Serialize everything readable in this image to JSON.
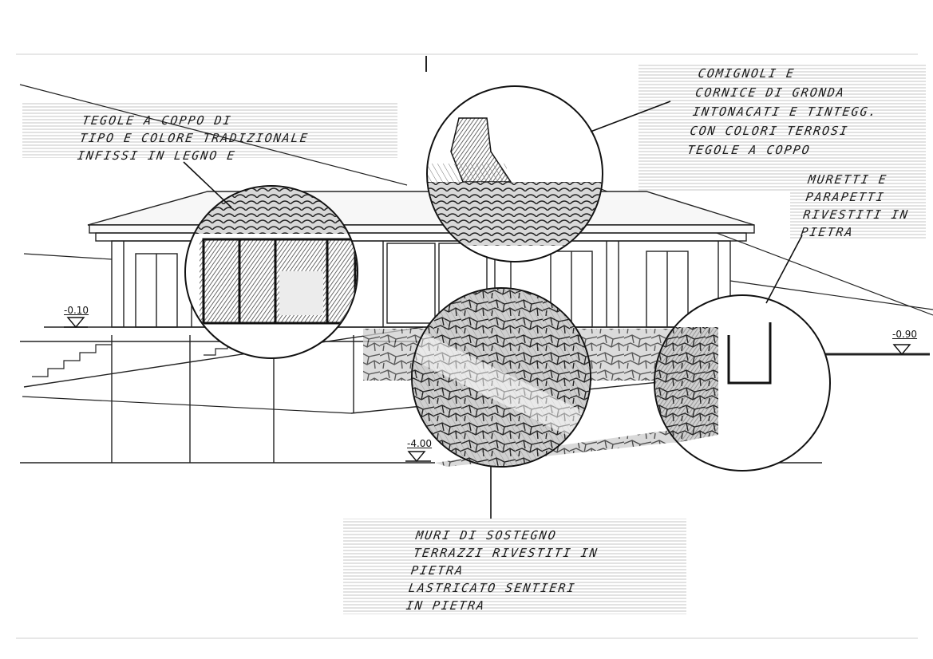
{
  "notes": {
    "roof_tiles": [
      "TEGOLE A COPPO DI",
      "TIPO E COLORE TRADIZIONALE",
      "INFISSI IN LEGNO E"
    ],
    "chimneys": [
      "COMIGNOLI E",
      "CORNICE DI GRONDA",
      "INTONACATI E TINTEGG.",
      "CON COLORI TERROSI",
      "TEGOLE A COPPO"
    ],
    "low_walls": [
      "MURETTI E",
      "PARAPETTI",
      "RIVESTITI IN",
      "PIETRA"
    ],
    "retaining_walls": [
      "MURI DI SOSTEGNO",
      "TERRAZZI RIVESTITI IN",
      "PIETRA",
      "LASTRICATO SENTIERI",
      "IN PIETRA"
    ]
  },
  "levels": {
    "left": "-0.10",
    "right": "-0.90",
    "bottom": "-4.00"
  },
  "colors": {
    "ink": "#1a1a1a",
    "paper": "#ffffff",
    "hatch": "#555555"
  }
}
